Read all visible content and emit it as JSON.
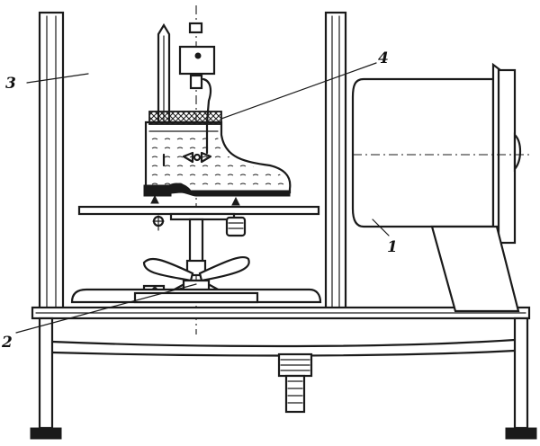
{
  "diagram": {
    "labels": {
      "one": "1",
      "two": "2",
      "three": "3",
      "four": "4"
    },
    "colors": {
      "ink": "#1a1a1a",
      "paper": "#ffffff",
      "boot_hatch": "#1a1a1a"
    }
  }
}
